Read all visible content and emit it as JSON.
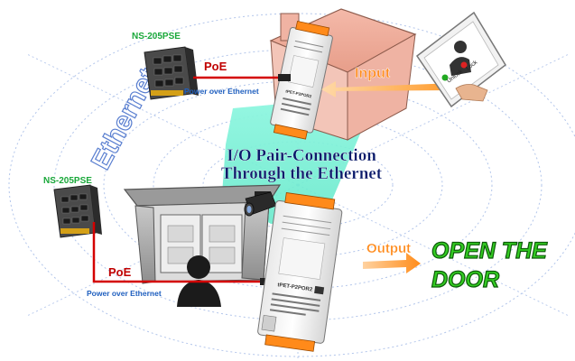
{
  "network_word": "Ethernet",
  "switch_top": {
    "model": "NS-205PSE",
    "poe": "PoE",
    "poe_full": "Power over Ethernet"
  },
  "switch_bottom": {
    "model": "NS-205PSE",
    "poe": "PoE",
    "poe_full": "Power over Ethernet"
  },
  "title": {
    "line1": "I/O Pair-Connection",
    "line2": "Through the Ethernet"
  },
  "input_label": "Input",
  "output_label": "Output",
  "door_text": {
    "line1": "OPEN THE",
    "line2": "DOOR"
  },
  "keypad": {
    "unlock": "Unlock",
    "lock": "Lock"
  },
  "device_top": {
    "model": "tPET-P2POR2"
  },
  "device_bottom": {
    "model": "tPET-P2POR2"
  },
  "colors": {
    "poe": "#c00000",
    "poe_full": "#1f5fbf",
    "switch_model": "#1aa83a",
    "input": "#ff8a1a",
    "title": "#0a1a6a",
    "door_text": "#33cc22",
    "ethernet_word": "#5a7fd0",
    "beam": "#6ff0d0",
    "cable": "#d40000"
  }
}
